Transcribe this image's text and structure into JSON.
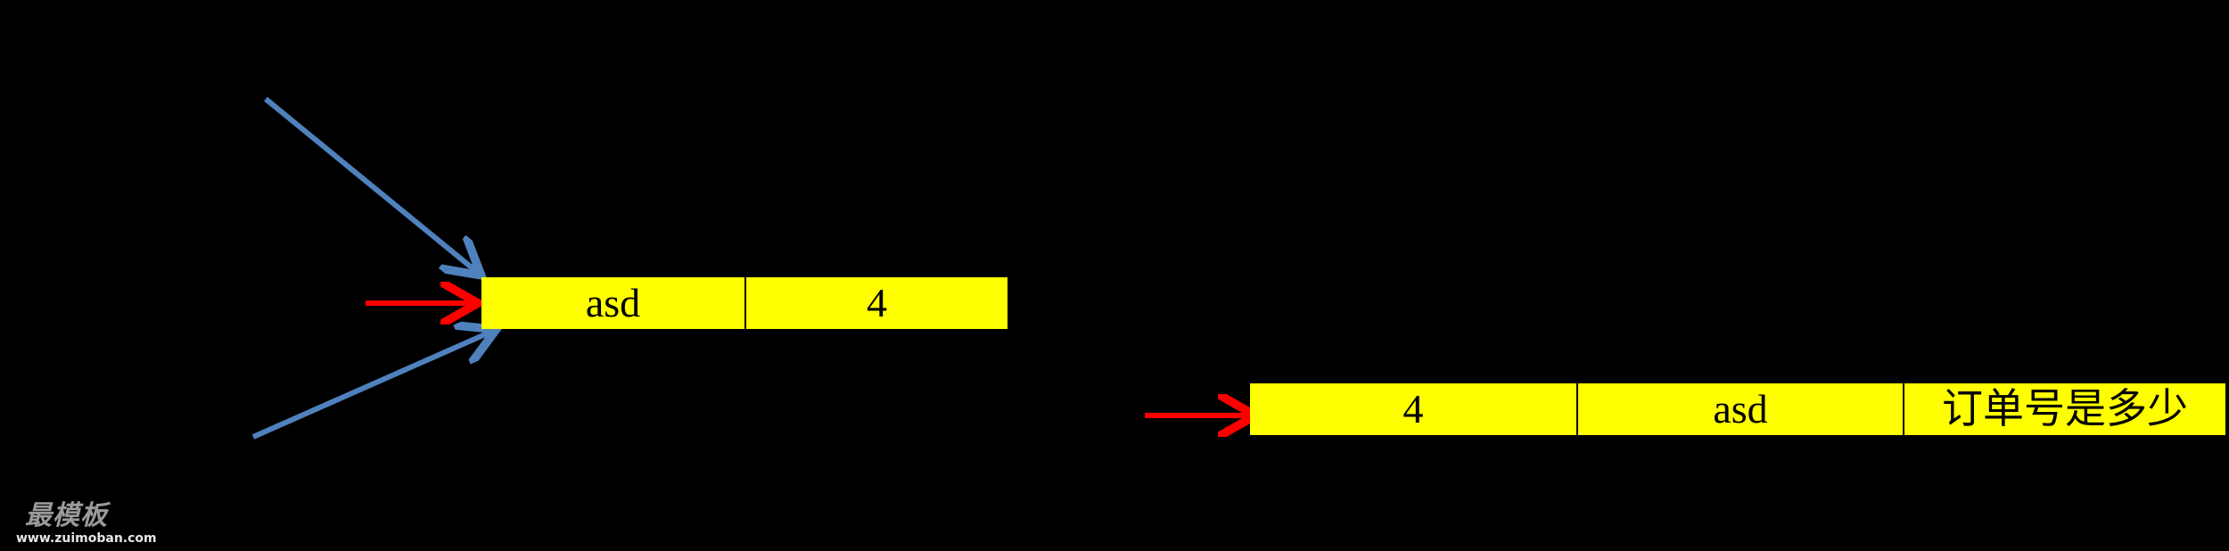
{
  "colors": {
    "background": "#000000",
    "cell_fill": "#ffff00",
    "cell_text": "#000000",
    "blue_arrow": "#4f81bd",
    "red_arrow": "#ff0000"
  },
  "row_a": {
    "cells": [
      "asd",
      "4"
    ]
  },
  "row_b": {
    "cells": [
      "4",
      "asd",
      "订单号是多少"
    ]
  },
  "watermark": {
    "mark": "最模板",
    "url": "www.zuimoban.com"
  }
}
